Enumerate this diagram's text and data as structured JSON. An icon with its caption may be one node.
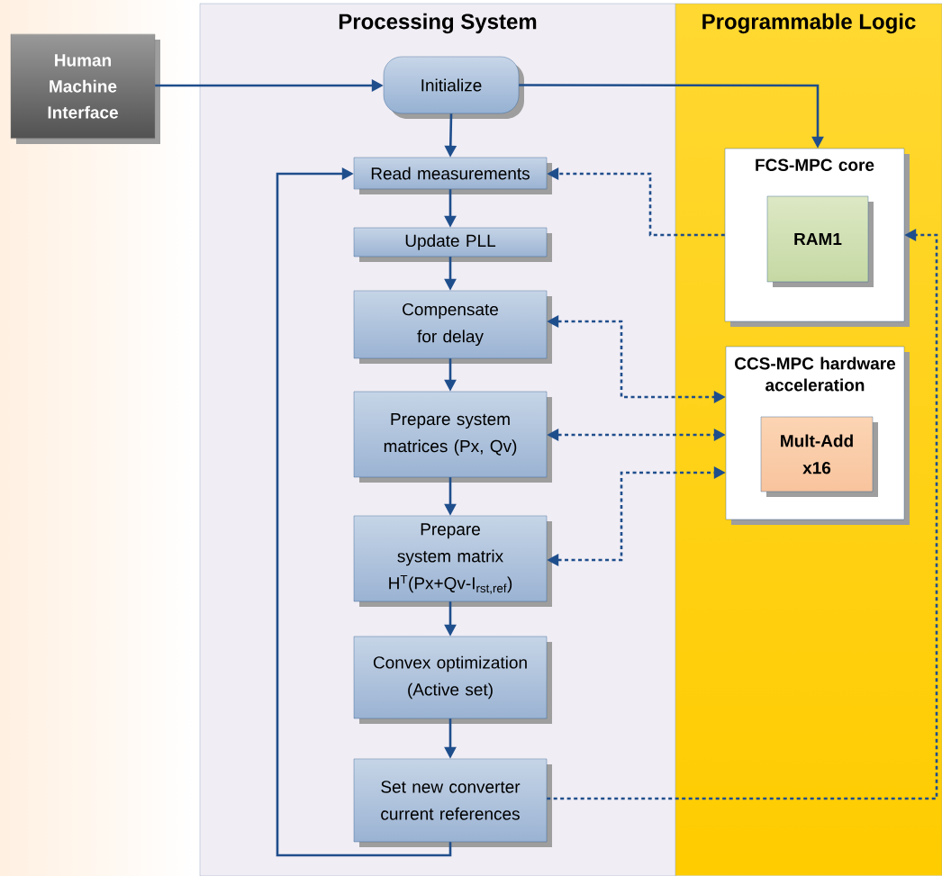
{
  "diagram": {
    "nodes": [
      {
        "text": [
          "Processing System"
        ]
      },
      {
        "text": [
          "Programmable Logic"
        ]
      },
      {
        "text": [
          "Human Machine Interface"
        ]
      },
      {
        "text": [
          "Initialize"
        ],
        "in": 0
      },
      {
        "text": [
          "Read measurements"
        ],
        "in": 0
      },
      {
        "text": [
          "Update PLL"
        ],
        "in": 0
      },
      {
        "text": [
          "Compensate for delay"
        ],
        "in": 0
      },
      {
        "text": [
          "Prepare system matrices (Px, Qv)"
        ],
        "in": 0
      },
      {
        "text": [
          "Prepare system matrix H$^{T}$(Px+Qv-I$_{rst,ref}$)"
        ],
        "in": 0
      },
      {
        "text": [
          "Convex optimization (Active set)"
        ],
        "in": 0
      },
      {
        "text": [
          "Set new converter current references"
        ],
        "in": 0
      },
      {
        "text": [
          "FCS-MPC core"
        ],
        "in": 1
      },
      {
        "text": [
          "RAM1"
        ],
        "in": 11
      },
      {
        "text": [
          "CCS-MPC hardware acceleration"
        ],
        "in": 1
      },
      {
        "text": [
          "Mult-Add x16"
        ],
        "in": 13
      }
    ],
    "edges": [
      {
        "from": 2,
        "to": 3,
        "arrow": "to"
      },
      {
        "from": 3,
        "to": 11,
        "arrow": "to"
      },
      {
        "from": 3,
        "to": 4,
        "arrow": "to"
      },
      {
        "from": 4,
        "to": 5,
        "arrow": "to"
      },
      {
        "from": 5,
        "to": 6,
        "arrow": "to"
      },
      {
        "from": 6,
        "to": 7,
        "arrow": "to"
      },
      {
        "from": 7,
        "to": 8,
        "arrow": "to"
      },
      {
        "from": 8,
        "to": 9,
        "arrow": "to"
      },
      {
        "from": 9,
        "to": 10,
        "arrow": "to"
      },
      {
        "from": 10,
        "to": 4,
        "arrow": "to"
      },
      {
        "from": 11,
        "to": 4,
        "arrow": "to",
        "style": "dashed"
      },
      {
        "from": 6,
        "to": 13,
        "arrow": "both",
        "style": "dashed"
      },
      {
        "from": 7,
        "to": 13,
        "arrow": "both",
        "style": "dashed"
      },
      {
        "from": 8,
        "to": 13,
        "arrow": "both",
        "style": "dashed"
      },
      {
        "from": 10,
        "to": 11,
        "arrow": "to",
        "style": "dashed"
      }
    ]
  }
}
